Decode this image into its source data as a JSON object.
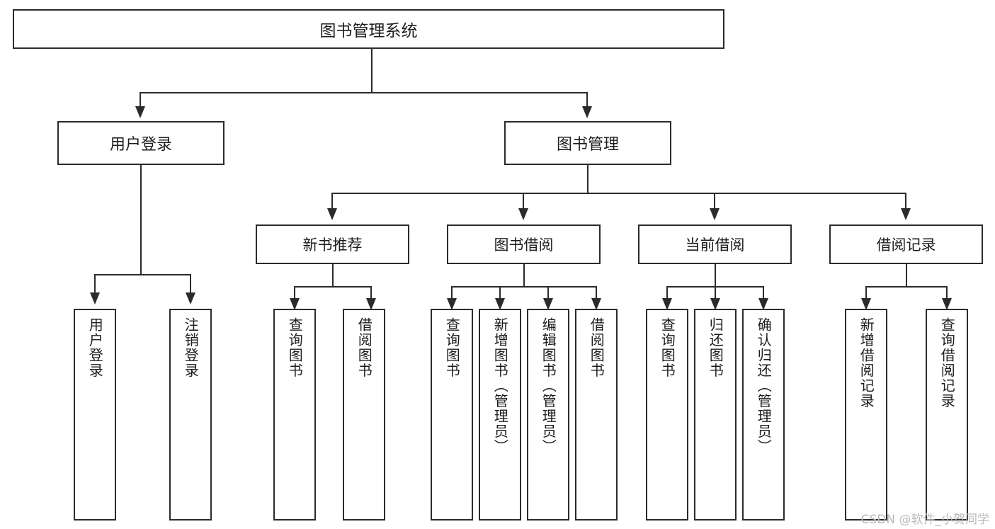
{
  "diagram": {
    "type": "tree-hierarchy",
    "title": "图书管理系统",
    "orientation": "top-down",
    "colors": {
      "stroke": "#2b2b2b",
      "fill": "#ffffff",
      "text": "#1d1d1d",
      "watermark": "#b9b9b9"
    },
    "root": {
      "label": "图书管理系统"
    },
    "level2": [
      {
        "label": "用户登录"
      },
      {
        "label": "图书管理"
      }
    ],
    "level3": [
      {
        "label": "新书推荐"
      },
      {
        "label": "图书借阅"
      },
      {
        "label": "当前借阅"
      },
      {
        "label": "借阅记录"
      }
    ],
    "leaves": {
      "user_login": [
        {
          "label": "用户登录"
        },
        {
          "label": "注销登录"
        }
      ],
      "new_book_recommend": [
        {
          "label": "查询图书"
        },
        {
          "label": "借阅图书"
        }
      ],
      "book_borrow": [
        {
          "label": "查询图书"
        },
        {
          "label": "新增图书（管理员）"
        },
        {
          "label": "编辑图书（管理员）"
        },
        {
          "label": "借阅图书"
        }
      ],
      "current_borrow": [
        {
          "label": "查询图书"
        },
        {
          "label": "归还图书"
        },
        {
          "label": "确认归还（管理员）"
        }
      ],
      "borrow_record": [
        {
          "label": "新增借阅记录"
        },
        {
          "label": "查询借阅记录"
        }
      ]
    }
  },
  "watermark": {
    "text": "CSDN @软件_小贺同学"
  }
}
